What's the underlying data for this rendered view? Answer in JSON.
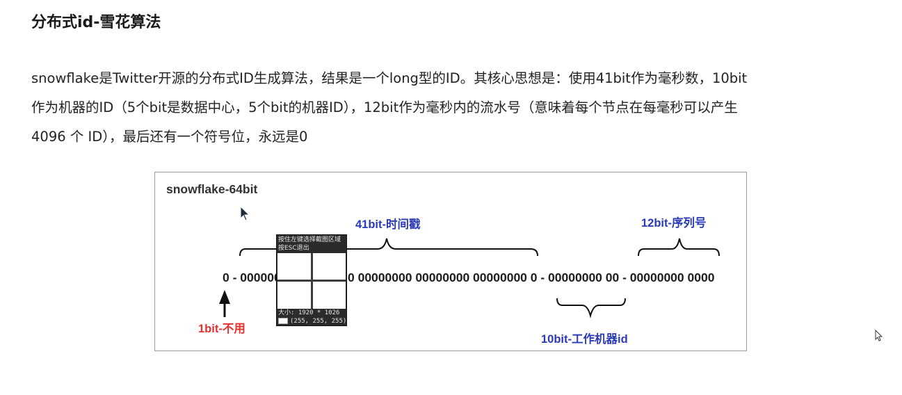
{
  "page": {
    "title": "分布式id-雪花算法",
    "paragraph_lines": [
      "snowflake是Twitter开源的分布式ID生成算法，结果是一个long型的ID。其核心思想是：使用41bit作为毫秒数，10bit",
      "作为机器的ID（5个bit是数据中心，5个bit的机器ID），12bit作为毫秒内的流水号（意味着每个节点在每毫秒可以产生",
      "4096 个 ID），最后还有一个符号位，永远是0"
    ]
  },
  "figure": {
    "title": "snowflake-64bit",
    "bits_left": "0 - 000000",
    "bits_right": "0 00000000 00000000 00000000 0 - 00000000 00 - 00000000 0000",
    "labels": {
      "timestamp": "41bit-时间戳",
      "sequence": "12bit-序列号",
      "sign": "1bit-不用",
      "machine": "10bit-工作机器id"
    },
    "colors": {
      "blue": "#2b3bb8",
      "red": "#e8312f",
      "text": "#1e1e1e"
    }
  },
  "magnifier": {
    "hint_line1": "按住左键选择截图区域",
    "hint_line2": "按ESC退出",
    "size_text": "大小: 1920 * 1026",
    "color_text": "(255, 255, 255)"
  },
  "icons": {
    "cursor": "arrow-cursor-icon",
    "arrow_up": "arrow-up-icon"
  }
}
